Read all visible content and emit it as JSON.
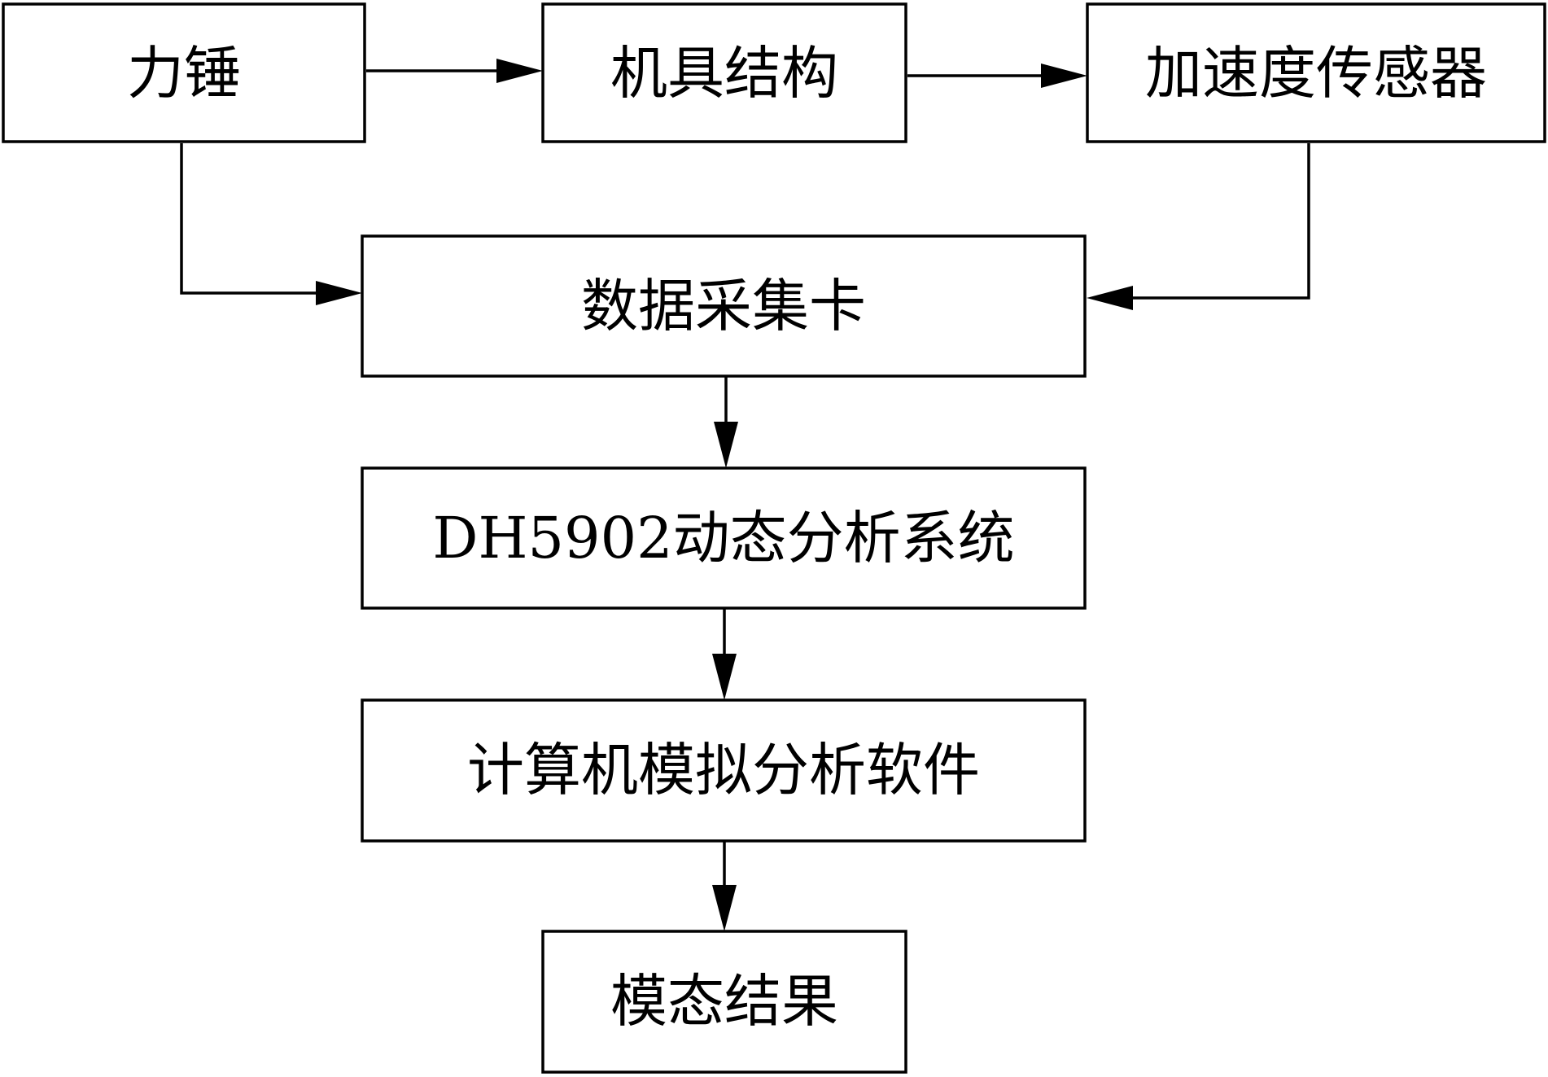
{
  "nodes": {
    "hammer": "力锤",
    "fixture": "机具结构",
    "accelerometer": "加速度传感器",
    "daq_card": "数据采集卡",
    "analysis_system": "DH5902动态分析系统",
    "software": "计算机模拟分析软件",
    "result": "模态结果"
  }
}
